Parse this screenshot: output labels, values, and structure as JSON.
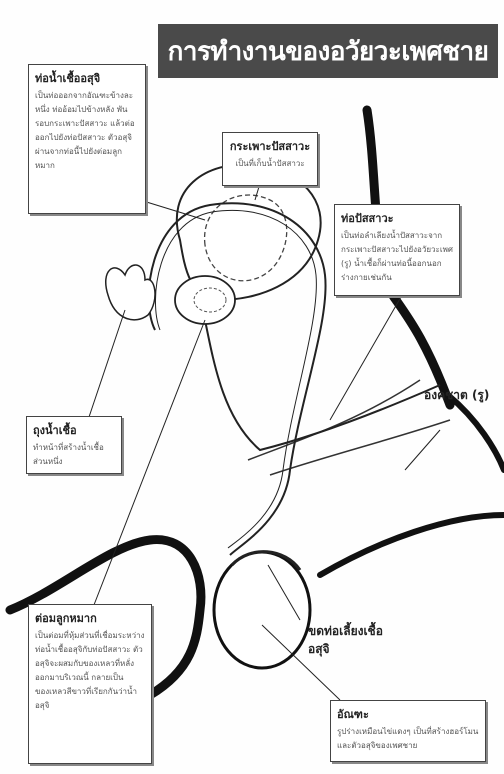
{
  "title": "การทำงานของอวัยวะเพศชาย",
  "labels": {
    "vas_deferens": {
      "head": "ท่อน้ำเชื้ออสุจิ",
      "body": "เป็นท่อออกจากอัณฑะข้างละหนึ่ง ท่ออ้อมไปข้างหลัง พันรอบกระเพาะปัสสาวะ แล้วต่อออกไปยังท่อปัสสาวะ ตัวอสุจิผ่านจากท่อนี้ไปยังต่อมลูกหมาก"
    },
    "bladder": {
      "head": "กระเพาะปัสสาวะ",
      "body": "เป็นที่เก็บน้ำปัสสาวะ"
    },
    "urethra": {
      "head": "ท่อปัสสาวะ",
      "body": "เป็นท่อลำเลียงน้ำปัสสาวะจากกระเพาะปัสสาวะไปยังอวัยวะเพศ (รู) น้ำเชื้อก็ผ่านท่อนี้ออกนอกร่างกายเช่นกัน"
    },
    "penis": {
      "head": "องคชาต (รู)"
    },
    "seminal_vesicle": {
      "head": "ถุงน้ำเชื้อ",
      "body": "ทำหน้าที่สร้างน้ำเชื้อส่วนหนึ่ง"
    },
    "prostate": {
      "head": "ต่อมลูกหมาก",
      "body": "เป็นต่อมที่หุ้มส่วนที่เชื่อมระหว่างท่อน้ำเชื้ออสุจิกับท่อปัสสาวะ ตัวอสุจิจะผสมกับของเหลวที่หลั่งออกมาบริเวณนี้ กลายเป็นของเหลวสีขาวที่เรียกกันว่าน้ำอสุจิ"
    },
    "epididymis": {
      "head": "ขดท่อเลี้ยงเชื้ออสุจิ"
    },
    "testis": {
      "head": "อัณฑะ",
      "body": "รูปร่างเหมือนไข่แดงๆ เป็นที่สร้างฮอร์โมนและตัวอสุจิของเพศชาย"
    }
  }
}
